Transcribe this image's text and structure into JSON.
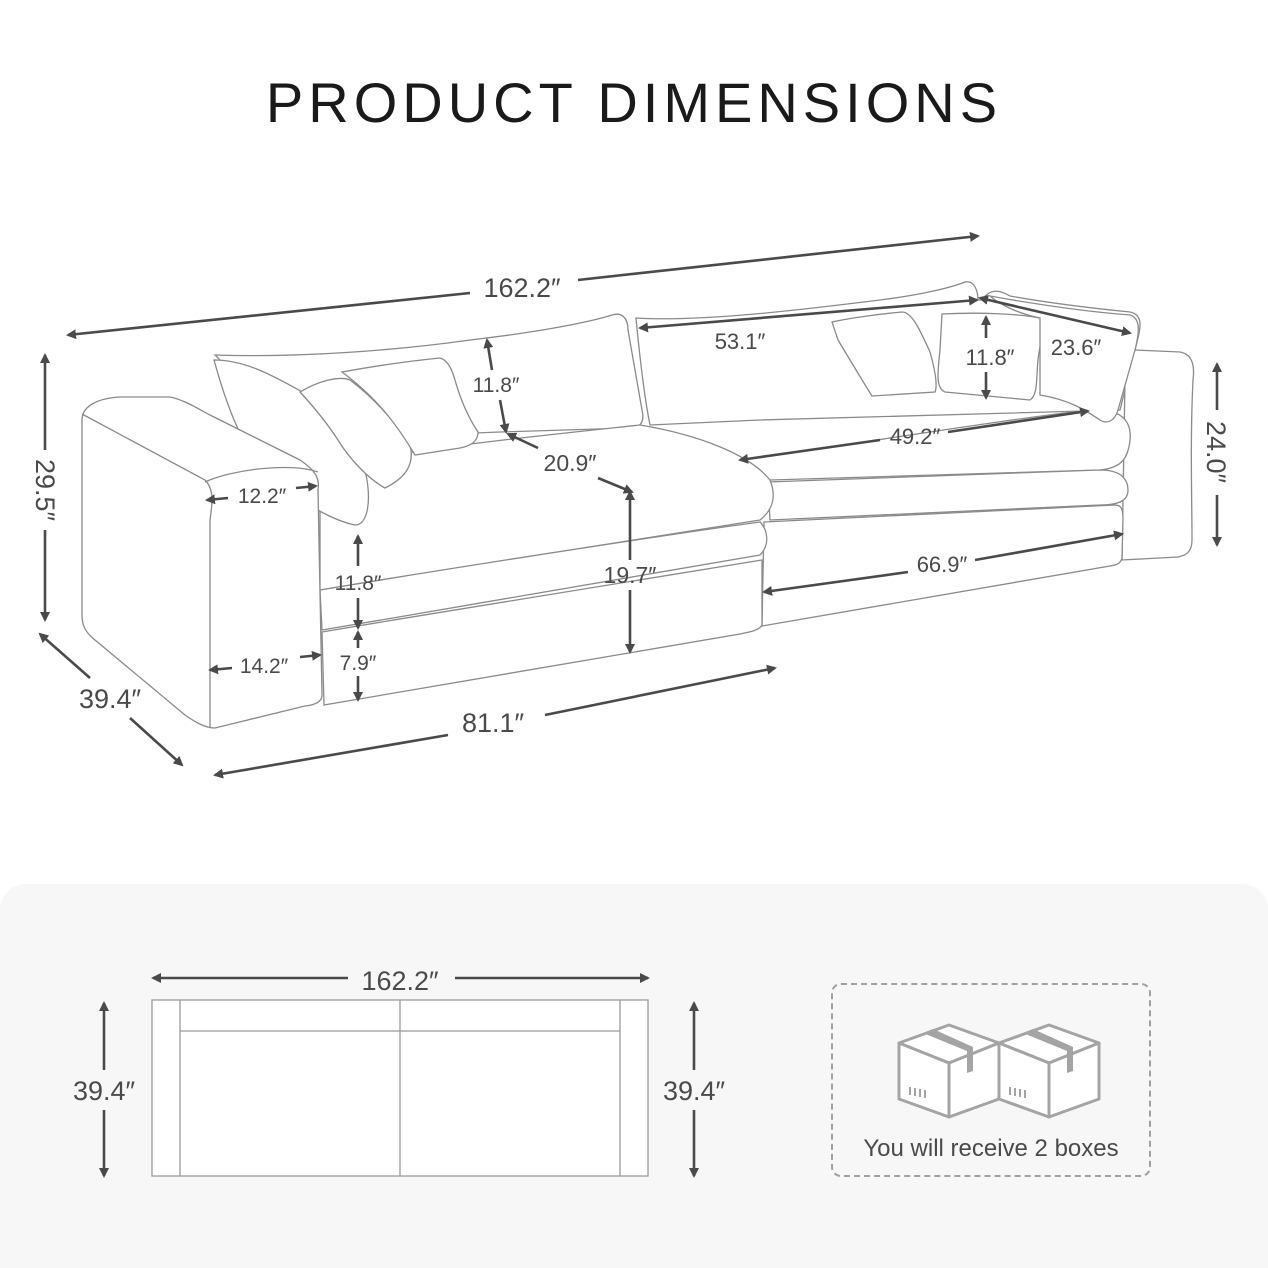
{
  "title": "PRODUCT DIMENSIONS",
  "colors": {
    "text": "#1a1a1a",
    "dimension": "#4a4a4a",
    "outline": "#8a8a8a",
    "panel": "#f7f7f7"
  },
  "perspective_view": {
    "overall_length": "162.2″",
    "overall_height": "29.5″",
    "overall_depth": "39.4″",
    "armrest_top_width": "12.2″",
    "armrest_bottom_width": "14.2″",
    "seat_cushion_height": "11.8″",
    "base_height": "7.9″",
    "seat_height": "19.7″",
    "back_cushion_height": "11.8″",
    "seat_depth": "20.9″",
    "module_length": "81.1″",
    "back_cushion_width": "53.1″",
    "pillow_height": "11.8″",
    "pillow_width": "23.6″",
    "seat_width": "49.2″",
    "base_width": "66.9″",
    "arm_height": "24.0″"
  },
  "top_view": {
    "length": "162.2″",
    "depth_left": "39.4″",
    "depth_right": "39.4″"
  },
  "package": {
    "icon": "two-cardboard-boxes-icon",
    "label": "You will receive 2 boxes"
  }
}
